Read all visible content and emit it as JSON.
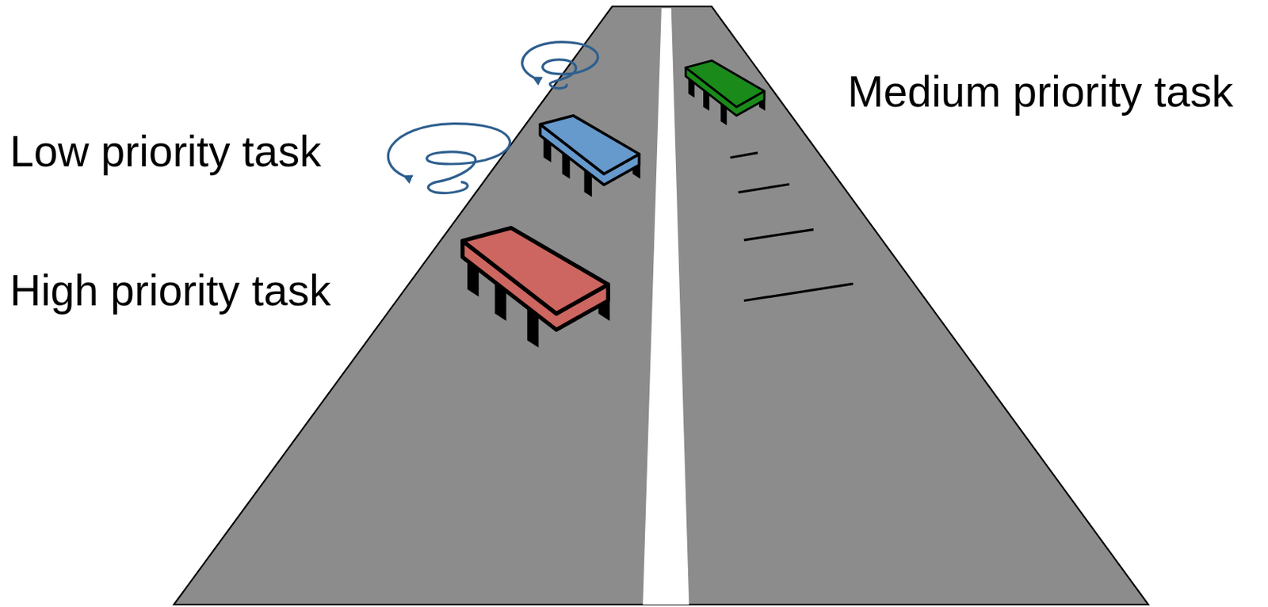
{
  "diagram": {
    "labels": [
      "Medium priority task",
      "Low priority task",
      "High priority task"
    ]
  }
}
